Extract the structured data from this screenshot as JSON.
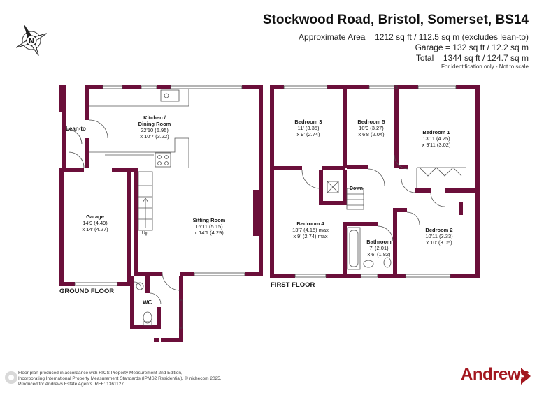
{
  "header": {
    "title": "Stockwood Road, Bristol, Somerset, BS14",
    "approx_area": "Approximate Area = 1212 sq ft / 112.5 sq m (excludes lean-to)",
    "garage_area": "Garage = 132 sq ft / 12.2 sq m",
    "total_area": "Total = 1344 sq ft / 124.7 sq m",
    "note": "For identification only - Not to scale"
  },
  "compass": {
    "label": "N",
    "icon": "compass-icon"
  },
  "ground_floor": {
    "label": "GROUND FLOOR",
    "rooms": {
      "kitchen": {
        "name": "Kitchen /",
        "name2": "Dining Room",
        "dim1": "22'10 (6.95)",
        "dim2": "x 10'7 (3.22)"
      },
      "leanto": {
        "name": "Lean-to"
      },
      "garage": {
        "name": "Garage",
        "dim1": "14'9 (4.49)",
        "dim2": "x 14' (4.27)"
      },
      "sitting": {
        "name": "Sitting Room",
        "dim1": "16'11 (5.15)",
        "dim2": "x 14'1 (4.29)"
      },
      "wc": {
        "name": "WC"
      },
      "up": "Up"
    }
  },
  "first_floor": {
    "label": "FIRST FLOOR",
    "rooms": {
      "bed3": {
        "name": "Bedroom 3",
        "dim1": "11' (3.35)",
        "dim2": "x 9' (2.74)"
      },
      "bed5": {
        "name": "Bedroom 5",
        "dim1": "10'9 (3.27)",
        "dim2": "x 6'8 (2.04)"
      },
      "bed1": {
        "name": "Bedroom 1",
        "dim1": "13'11 (4.25)",
        "dim2": "x 9'11 (3.02)"
      },
      "bed4": {
        "name": "Bedroom 4",
        "dim1": "13'7 (4.15) max",
        "dim2": "x 9' (2.74) max"
      },
      "bed2": {
        "name": "Bedroom 2",
        "dim1": "10'11 (3.33)",
        "dim2": "x 10' (3.05)"
      },
      "bath": {
        "name": "Bathroom",
        "dim1": "7' (2.01)",
        "dim2": "x 6' (1.82)"
      },
      "down": "Down"
    }
  },
  "footer": {
    "line1": "Floor plan produced in accordance with RICS Property Measurement 2nd Edition,",
    "line2": "Incorporating International Property Measurement Standards (IPMS2 Residential).",
    "copyright": "© nichecom 2025.",
    "line3": "Produced for Andrews Estate Agents.",
    "ref": "REF: 1361127"
  },
  "brand": {
    "name": "Andrews",
    "color": "#a3171f",
    "wall_color": "#6b0f3a"
  }
}
